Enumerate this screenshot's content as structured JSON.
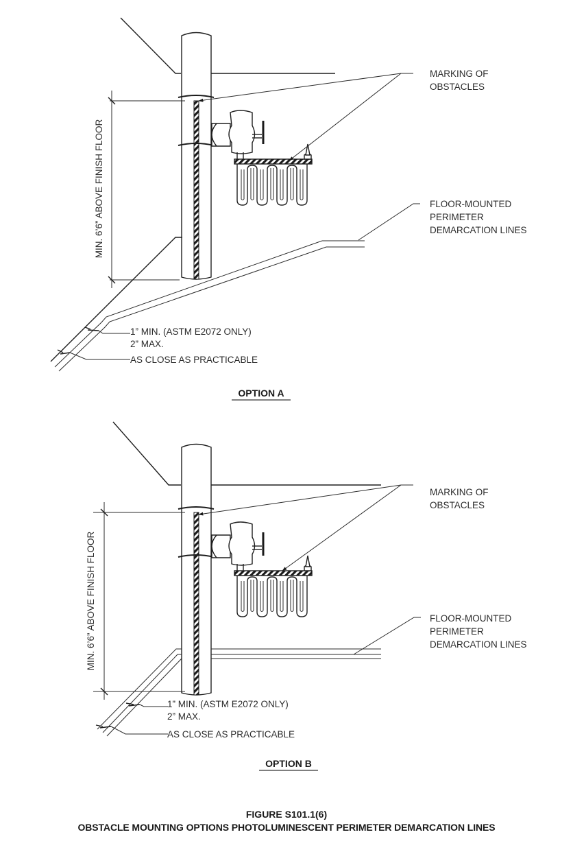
{
  "figure": {
    "number": "FIGURE S101.1(6)",
    "title": "OBSTACLE MOUNTING OPTIONS PHOTOLUMINESCENT PERIMETER DEMARCATION LINES"
  },
  "options": [
    {
      "title": "OPTION A",
      "callouts": {
        "marking_line1": "MARKING OF",
        "marking_line2": "OBSTACLES",
        "floor_line1": "FLOOR-MOUNTED",
        "floor_line2": "PERIMETER",
        "floor_line3": "DEMARCATION LINES",
        "spacing_line1": "1” MIN. (ASTM E2072 ONLY)",
        "spacing_line2": "2” MAX.",
        "close": "AS CLOSE AS PRACTICABLE",
        "height_dimension": "MIN. 6’6” ABOVE FINISH FLOOR"
      }
    },
    {
      "title": "OPTION B",
      "callouts": {
        "marking_line1": "MARKING OF",
        "marking_line2": "OBSTACLES",
        "floor_line1": "FLOOR-MOUNTED",
        "floor_line2": "PERIMETER",
        "floor_line3": "DEMARCATION LINES",
        "spacing_line1": "1” MIN. (ASTM E2072 ONLY)",
        "spacing_line2": "2” MAX.",
        "close": "AS CLOSE AS PRACTICABLE",
        "height_dimension": "MIN. 6’6” ABOVE FINISH FLOOR"
      }
    }
  ],
  "icons": {
    "column": "pipe-column",
    "valve": "standpipe-valve",
    "heater": "radiator-heater",
    "marking_stripe": "hatched-marking-stripe"
  }
}
